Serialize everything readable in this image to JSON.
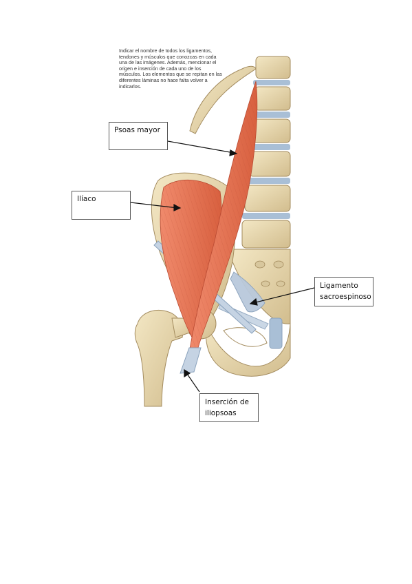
{
  "instructions": "Indicar el nombre de todos los ligamentos, tendones y músculos que conozcas en cada una de las imágenes. Además, mencionar el origen e inserción de cada uno de los músculos. Los elementos que se repitan en las diferentes láminas no hace falta volver a indicarlos.",
  "labels": {
    "psoas_mayor": "Psoas mayor",
    "iliaco": "Ilíaco",
    "ligamento_sacroespinoso": "Ligamento\nsacroespinoso",
    "insercion_iliopsoas": "Inserción de\niliopsoas"
  },
  "colors": {
    "bone": "#e8d9b0",
    "bone_shadow": "#c9b384",
    "muscle": "#e8765a",
    "muscle_dark": "#c9553c",
    "ligament": "#b9c9dc",
    "disc": "#a9bfd6",
    "leader_line": "#111111"
  }
}
